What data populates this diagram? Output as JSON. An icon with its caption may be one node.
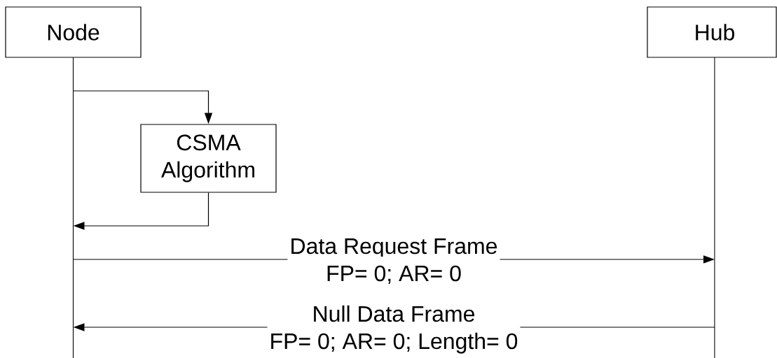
{
  "diagram": {
    "nodes": [
      {
        "text": [
          "Node"
        ]
      },
      {
        "text": [
          "Hub"
        ]
      },
      {
        "text": [
          "CSMA Algorithm"
        ]
      }
    ],
    "edges": [
      {
        "from": 0,
        "to": 2,
        "arrow": "to"
      },
      {
        "from": 2,
        "to": 0,
        "arrow": "to"
      },
      {
        "from": 0,
        "to": 1,
        "arrow": "to",
        "label": "Data Request Frame"
      },
      {
        "from": 1,
        "to": 0,
        "arrow": "to",
        "label": "Null Data Frame"
      }
    ],
    "labels": [
      "FP= 0; AR= 0",
      "FP= 0; AR= 0; Length= 0"
    ]
  }
}
